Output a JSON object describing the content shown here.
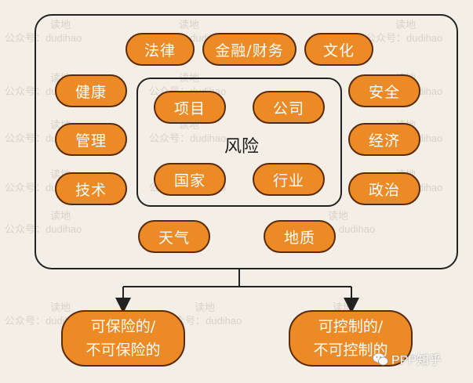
{
  "watermark": {
    "line1": "读地",
    "line2": "公众号：dudihao"
  },
  "diagram": {
    "center": "风险",
    "inner_items": [
      "项目",
      "公司",
      "国家",
      "行业"
    ],
    "top_items": [
      "法律",
      "金融/财务",
      "文化"
    ],
    "left_items": [
      "健康",
      "管理",
      "技术"
    ],
    "right_items": [
      "安全",
      "经济",
      "政治"
    ],
    "bottom_items": [
      "天气",
      "地质"
    ],
    "outcomes": [
      {
        "line1": "可保险的/",
        "line2": "不可保险的"
      },
      {
        "line1": "可控制的/",
        "line2": "不可控制的"
      }
    ]
  },
  "brand": {
    "text": "PPP知乎",
    "icon": "wechat-icon"
  },
  "colors": {
    "pill_fill": "#ec8a25",
    "pill_border": "#5a2a0a",
    "background": "#f3efe6",
    "line": "#222222"
  }
}
